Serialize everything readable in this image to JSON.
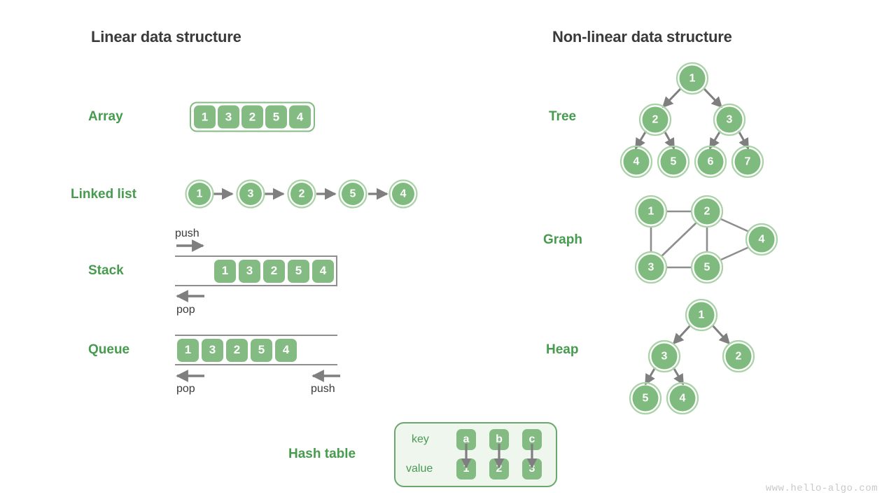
{
  "headings": {
    "linear": "Linear data structure",
    "nonlinear": "Non-linear data structure"
  },
  "colors": {
    "cell_green": "#84bb83",
    "label_green": "#479b4e",
    "node_fill": "#7fba7e",
    "node_ring": "#a9d3a7",
    "arrow_gray": "#7f7f7f",
    "line_gray": "#8e8e8e",
    "title_gray": "#3a3a3a",
    "panel_bg": "#eef6ee",
    "panel_border": "#6aa76d",
    "watermark_gray": "#c9c9c9"
  },
  "linear": {
    "array": {
      "label": "Array",
      "values": [
        "1",
        "3",
        "2",
        "5",
        "4"
      ]
    },
    "linked_list": {
      "label": "Linked list",
      "values": [
        "1",
        "3",
        "2",
        "5",
        "4"
      ]
    },
    "stack": {
      "label": "Stack",
      "values": [
        "1",
        "3",
        "2",
        "5",
        "4"
      ],
      "push_label": "push",
      "pop_label": "pop"
    },
    "queue": {
      "label": "Queue",
      "values": [
        "1",
        "3",
        "2",
        "5",
        "4"
      ],
      "pop_label": "pop",
      "push_label": "push"
    },
    "hash_table": {
      "label": "Hash table",
      "key_label": "key",
      "value_label": "value",
      "keys": [
        "a",
        "b",
        "c"
      ],
      "values": [
        "1",
        "2",
        "3"
      ]
    }
  },
  "nonlinear": {
    "tree": {
      "label": "Tree",
      "nodes": [
        "1",
        "2",
        "3",
        "4",
        "5",
        "6",
        "7"
      ],
      "edges": [
        [
          "1",
          "2"
        ],
        [
          "1",
          "3"
        ],
        [
          "2",
          "4"
        ],
        [
          "2",
          "5"
        ],
        [
          "3",
          "6"
        ],
        [
          "3",
          "7"
        ]
      ],
      "directed": true
    },
    "graph": {
      "label": "Graph",
      "nodes": [
        "1",
        "2",
        "3",
        "4",
        "5"
      ],
      "edges": [
        [
          "1",
          "2"
        ],
        [
          "1",
          "3"
        ],
        [
          "2",
          "3"
        ],
        [
          "2",
          "5"
        ],
        [
          "2",
          "4"
        ],
        [
          "3",
          "5"
        ],
        [
          "5",
          "4"
        ]
      ],
      "directed": false
    },
    "heap": {
      "label": "Heap",
      "nodes": [
        "1",
        "3",
        "2",
        "5",
        "4"
      ],
      "edges": [
        [
          "1",
          "3"
        ],
        [
          "1",
          "2"
        ],
        [
          "3",
          "5"
        ],
        [
          "3",
          "4"
        ]
      ],
      "directed": true
    }
  },
  "watermark": "www.hello-algo.com"
}
